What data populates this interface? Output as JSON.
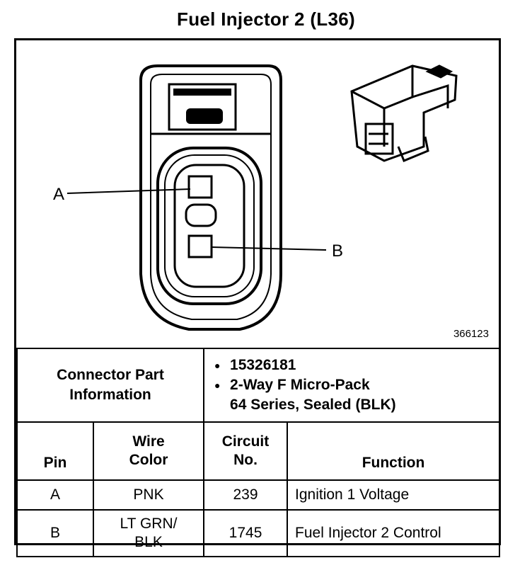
{
  "title": "Fuel Injector 2 (L36)",
  "figure_number": "366123",
  "pin_labels": {
    "a": "A",
    "b": "B"
  },
  "connector_info": {
    "label": "Connector Part Information",
    "items": [
      "15326181",
      "2-Way F Micro-Pack",
      "64 Series, Sealed (BLK)"
    ]
  },
  "table": {
    "headers": {
      "pin": "Pin",
      "wire_color": "Wire Color",
      "circuit_no": "Circuit No.",
      "function": "Function"
    },
    "rows": [
      {
        "pin": "A",
        "wire_color": "PNK",
        "circuit_no": "239",
        "function": "Ignition 1 Voltage"
      },
      {
        "pin": "B",
        "wire_color": "LT GRN/ BLK",
        "circuit_no": "1745",
        "function": "Fuel Injector 2 Control"
      }
    ]
  }
}
